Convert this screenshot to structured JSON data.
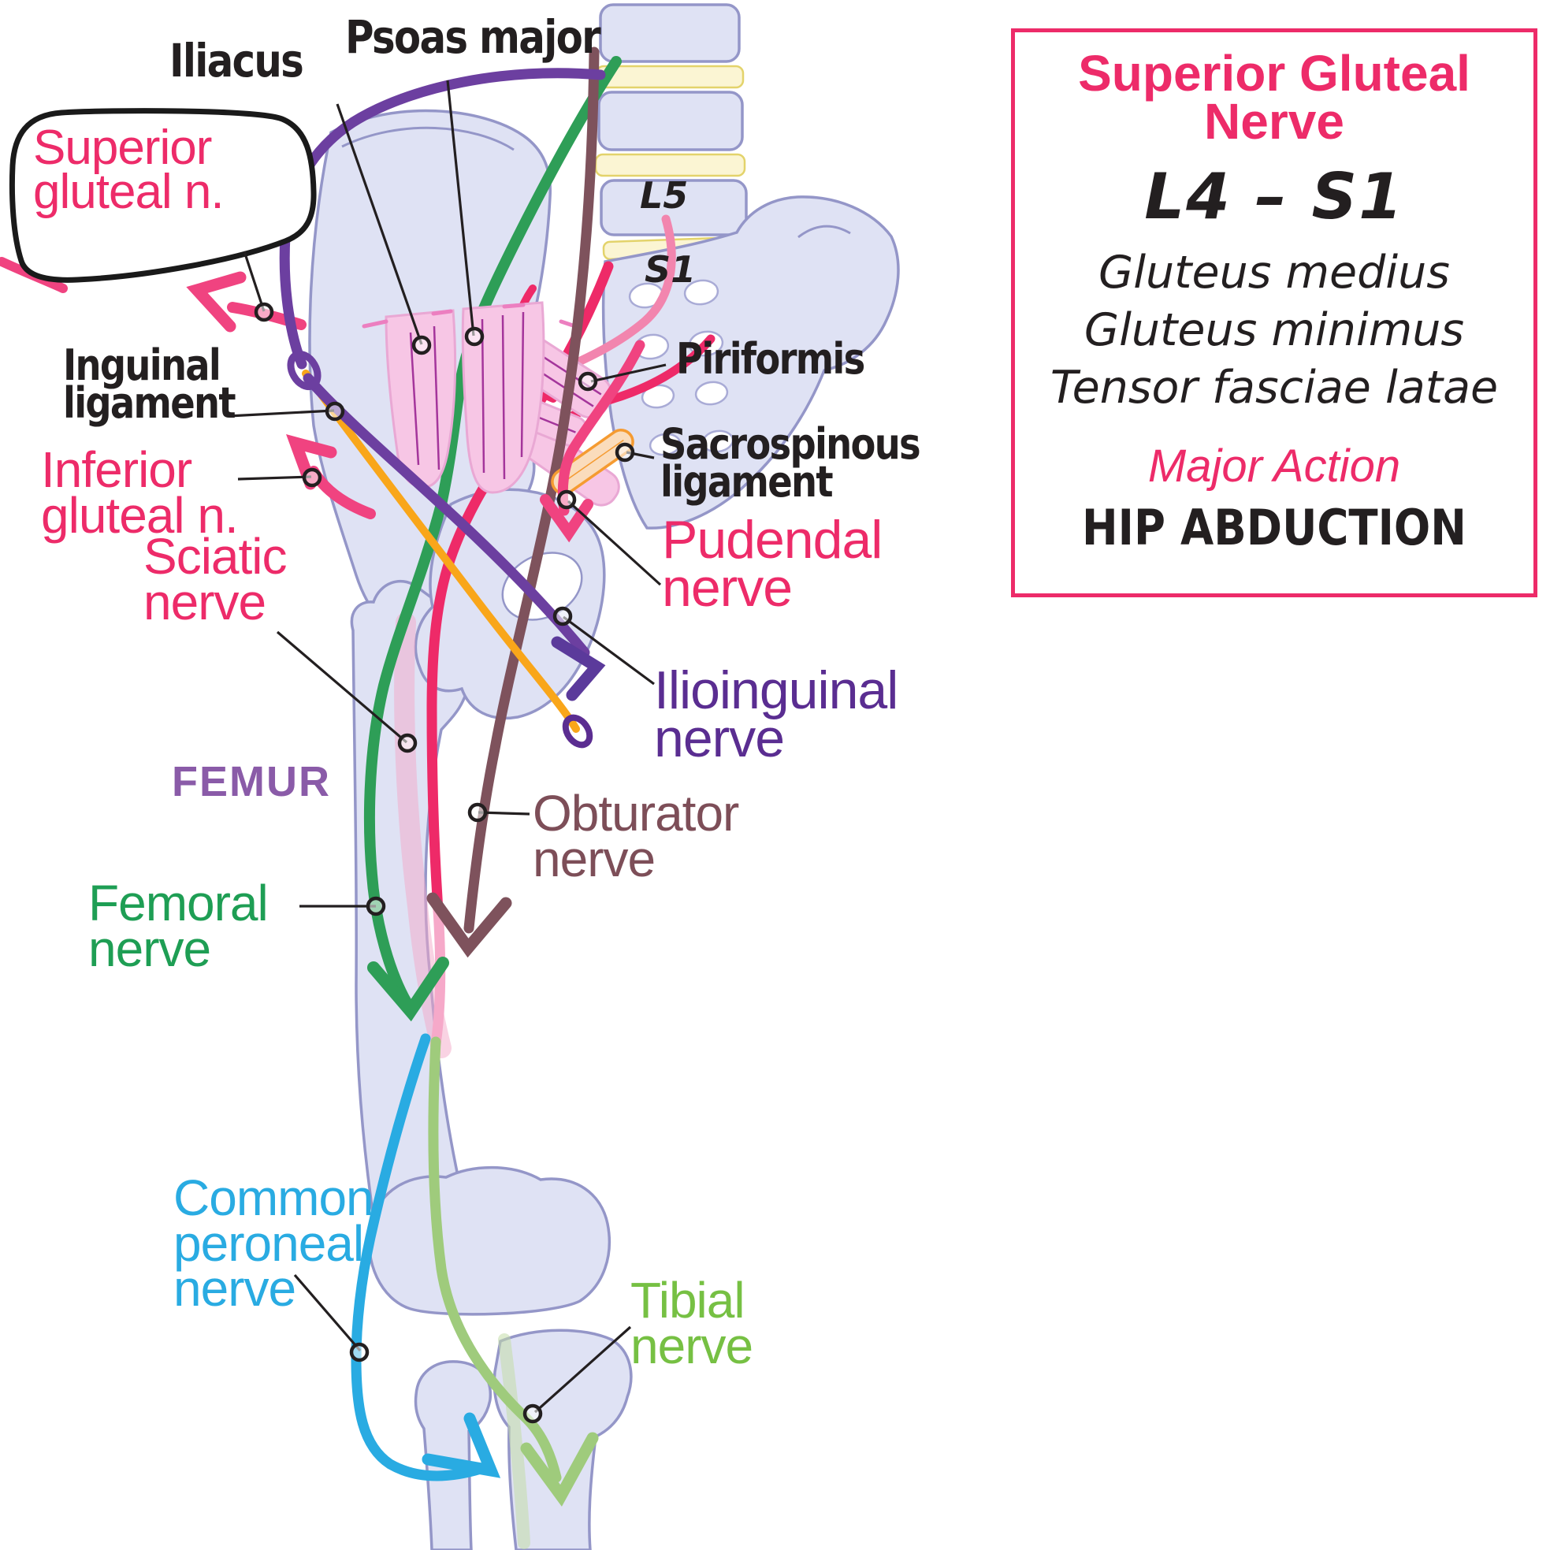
{
  "info_box": {
    "title": "Superior Gluteal\nNerve",
    "nerve_roots": "L4 – S1",
    "muscles": [
      "Gluteus medius",
      "Gluteus minimus",
      "Tensor fasciae latae"
    ],
    "action_heading": "Major Action",
    "action_value": "HIP ABDUCTION",
    "border_color": "#ED2B69"
  },
  "diagram": {
    "bone_labels": {
      "l5": "L5",
      "s1": "S1",
      "femur": "FEMUR"
    },
    "labels": {
      "iliacus": "Iliacus",
      "psoas_major": "Psoas major",
      "superior_gluteal": "Superior\ngluteal n.",
      "inguinal_ligament": "Inguinal\nligament",
      "inferior_gluteal": "Inferior\ngluteal n.",
      "sciatic_nerve": "Sciatic\nnerve",
      "femoral_nerve": "Femoral\nnerve",
      "common_peroneal_nerve": "Common\nperoneal\nnerve",
      "tibial_nerve": "Tibial\nnerve",
      "piriformis": "Piriformis",
      "sacrospinous_ligament": "Sacrospinous\nligament",
      "pudendal_nerve": "Pudendal\nnerve",
      "ilioinguinal_nerve": "Ilioinguinal\nnerve",
      "obturator_nerve": "Obturator\nnerve"
    },
    "colors": {
      "pink_nerve": "#ED2B69",
      "pink_arrow": "#F04380",
      "purple_nerve": "#6C3FA0",
      "purple_label": "#5A2D91",
      "green_nerve": "#2E9E57",
      "blue_nerve": "#29ABE2",
      "light_green_nerve": "#9FCB7C",
      "light_green_label": "#76C043",
      "brown_nerve": "#7E525C",
      "orange_ligament": "#F9A61A",
      "femur_label": "#8A5BA8",
      "bone_fill": "#DFE2F4",
      "bone_stroke": "#9496C8",
      "muscle_fill": "#F7C6E5",
      "muscle_stroke": "#E9A8D4",
      "disc_fill": "#FBF5D3"
    }
  }
}
